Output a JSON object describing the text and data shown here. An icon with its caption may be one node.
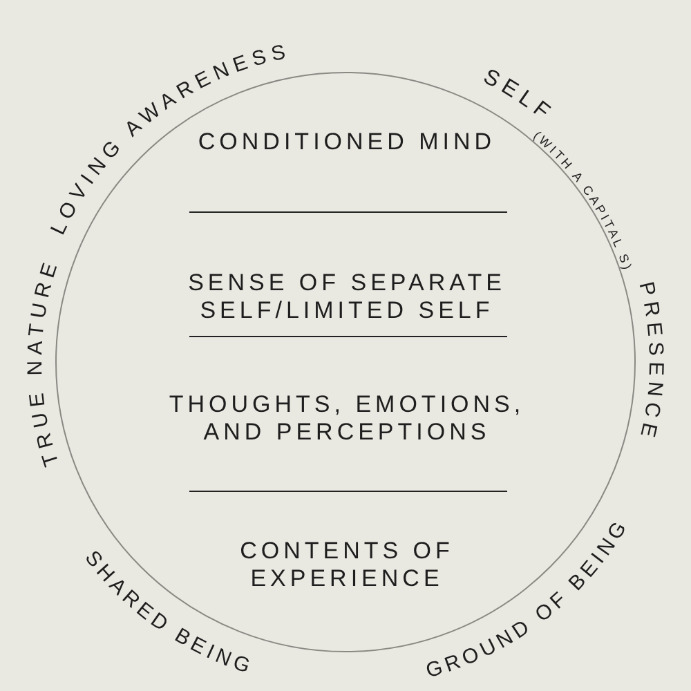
{
  "diagram": {
    "nodes": [
      {
        "text": [
          "CONDITIONED MIND",
          "SENSE OF SEPARATE SELF/LIMITED SELF",
          "THOUGHTS, EMOTIONS, AND PERCEPTIONS",
          "CONTENTS OF EXPERIENCE"
        ]
      }
    ],
    "labels": [
      "LOVING AWARENESS",
      "SELF",
      "(WITH A CAPITAL S)",
      "TRUE NATURE",
      "PRESENCE",
      "SHARED BEING",
      "GROUND OF BEING"
    ]
  }
}
